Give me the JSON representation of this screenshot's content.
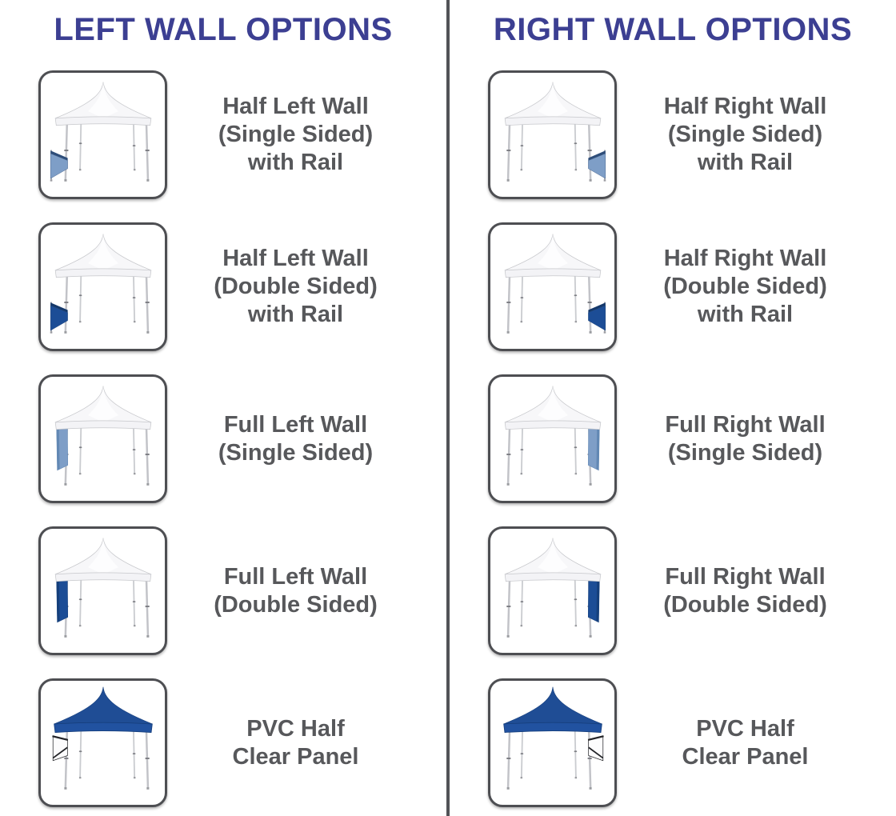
{
  "page": {
    "background": "#ffffff",
    "divider_color": "#525357"
  },
  "columns": [
    {
      "id": "left-wall-options",
      "title": "LEFT WALL OPTIONS",
      "rows": [
        {
          "label_lines": [
            "Half Left Wall",
            "(Single Sided)",
            "with Rail"
          ],
          "tent": {
            "icon": "canopy-tent-half-left-wall-single-sided-icon",
            "canopy": "white",
            "wall": "half",
            "sided": "single",
            "side": "left"
          }
        },
        {
          "label_lines": [
            "Half Left Wall",
            "(Double Sided)",
            "with Rail"
          ],
          "tent": {
            "icon": "canopy-tent-half-left-wall-double-sided-icon",
            "canopy": "white",
            "wall": "half",
            "sided": "double",
            "side": "left"
          }
        },
        {
          "label_lines": [
            "Full Left Wall",
            "(Single Sided)"
          ],
          "tent": {
            "icon": "canopy-tent-full-left-wall-single-sided-icon",
            "canopy": "white",
            "wall": "full",
            "sided": "single",
            "side": "left"
          }
        },
        {
          "label_lines": [
            "Full Left Wall",
            "(Double Sided)"
          ],
          "tent": {
            "icon": "canopy-tent-full-left-wall-double-sided-icon",
            "canopy": "white",
            "wall": "full",
            "sided": "double",
            "side": "left"
          }
        },
        {
          "label_lines": [
            "PVC Half",
            "Clear Panel"
          ],
          "tent": {
            "icon": "canopy-tent-pvc-half-clear-panel-left-icon",
            "canopy": "blue",
            "wall": "pvc",
            "sided": "clear",
            "side": "left"
          }
        }
      ]
    },
    {
      "id": "right-wall-options",
      "title": "RIGHT WALL OPTIONS",
      "rows": [
        {
          "label_lines": [
            "Half Right Wall",
            "(Single Sided)",
            "with Rail"
          ],
          "tent": {
            "icon": "canopy-tent-half-right-wall-single-sided-icon",
            "canopy": "white",
            "wall": "half",
            "sided": "single",
            "side": "right"
          }
        },
        {
          "label_lines": [
            "Half Right Wall",
            "(Double Sided)",
            "with Rail"
          ],
          "tent": {
            "icon": "canopy-tent-half-right-wall-double-sided-icon",
            "canopy": "white",
            "wall": "half",
            "sided": "double",
            "side": "right"
          }
        },
        {
          "label_lines": [
            "Full Right Wall",
            "(Single Sided)"
          ],
          "tent": {
            "icon": "canopy-tent-full-right-wall-single-sided-icon",
            "canopy": "white",
            "wall": "full",
            "sided": "single",
            "side": "right"
          }
        },
        {
          "label_lines": [
            "Full Right Wall",
            "(Double Sided)"
          ],
          "tent": {
            "icon": "canopy-tent-full-right-wall-double-sided-icon",
            "canopy": "white",
            "wall": "full",
            "sided": "double",
            "side": "right"
          }
        },
        {
          "label_lines": [
            "PVC Half",
            "Clear Panel"
          ],
          "tent": {
            "icon": "canopy-tent-pvc-half-clear-panel-right-icon",
            "canopy": "blue",
            "wall": "pvc",
            "sided": "clear",
            "side": "right"
          }
        }
      ]
    }
  ],
  "colors": {
    "title_text": "#3c3f92",
    "label_text": "#57585b",
    "divider": "#525357",
    "thumb_border": "#4d4e52",
    "wall_single": "#7e9ec7",
    "rail_single": "#2e4d79",
    "face_single": "#6288b4",
    "wall_double": "#1c4d96",
    "rail_double": "#14386a",
    "face_double": "#153f7b",
    "canopy_white": "#f7f7f9",
    "canopy_white_hi": "#fdfdfe",
    "canopy_white_val": "#f3f3f6",
    "canopy_white_edge": "#c6c7cb",
    "canopy_blue": "#1f4d95",
    "canopy_blue_valance": "#2152a0",
    "canopy_blue_edge": "#163f7d",
    "leg": "#c2c3c8",
    "leg_light": "#caccd0",
    "foot": "#9b9ca1",
    "knob": "#7e7f85",
    "post": "#9da2aa",
    "pvc_body": "#fcfcfd",
    "pvc_line": "#222327"
  }
}
